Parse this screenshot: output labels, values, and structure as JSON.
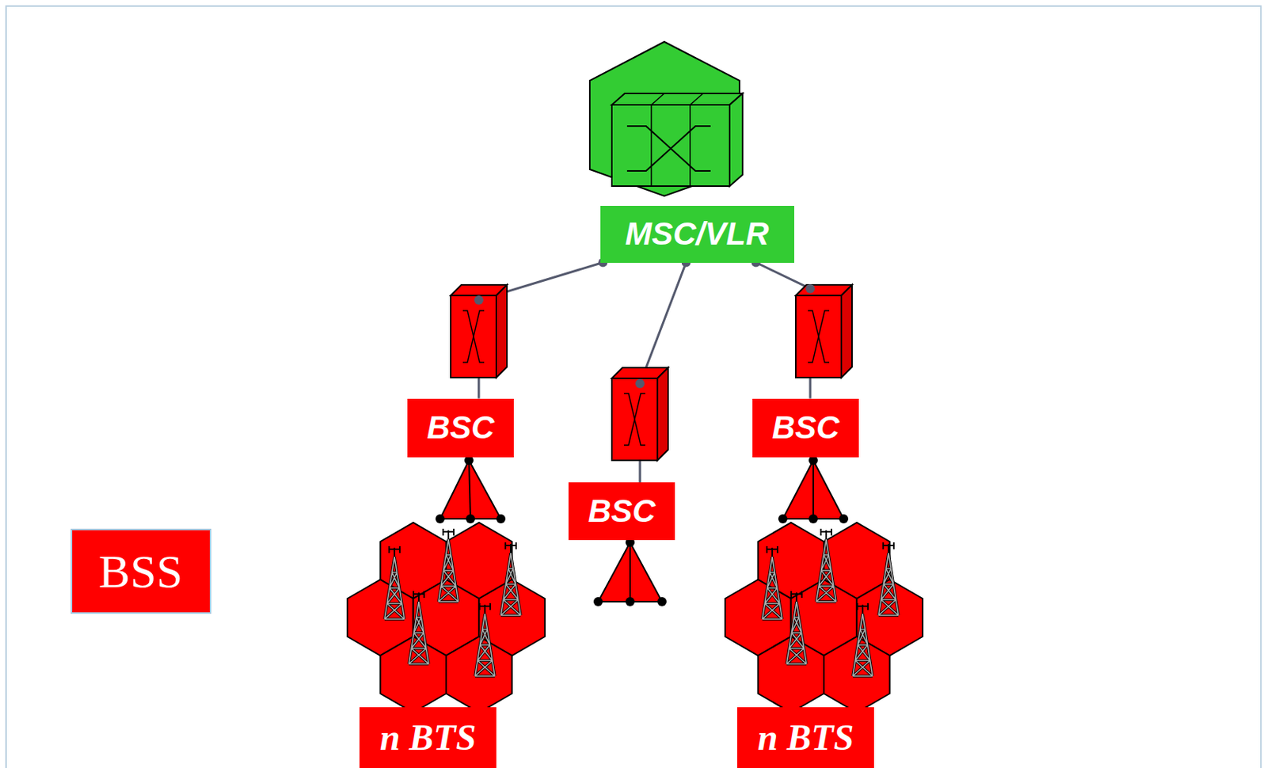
{
  "diagram": {
    "nodes": [
      {
        "text": [
          "MSC/VLR"
        ]
      },
      {
        "text": [
          "BSC"
        ]
      },
      {
        "text": [
          "BSC"
        ]
      },
      {
        "text": [
          "BSC"
        ]
      },
      {
        "text": [
          "BSS"
        ]
      },
      {
        "text": [
          "n BTS"
        ]
      },
      {
        "text": [
          "n BTS"
        ]
      }
    ],
    "edges": [
      {
        "from": 0,
        "to": 1,
        "arrow": "none"
      },
      {
        "from": 0,
        "to": 3,
        "arrow": "none"
      },
      {
        "from": 0,
        "to": 2,
        "arrow": "none"
      }
    ]
  }
}
